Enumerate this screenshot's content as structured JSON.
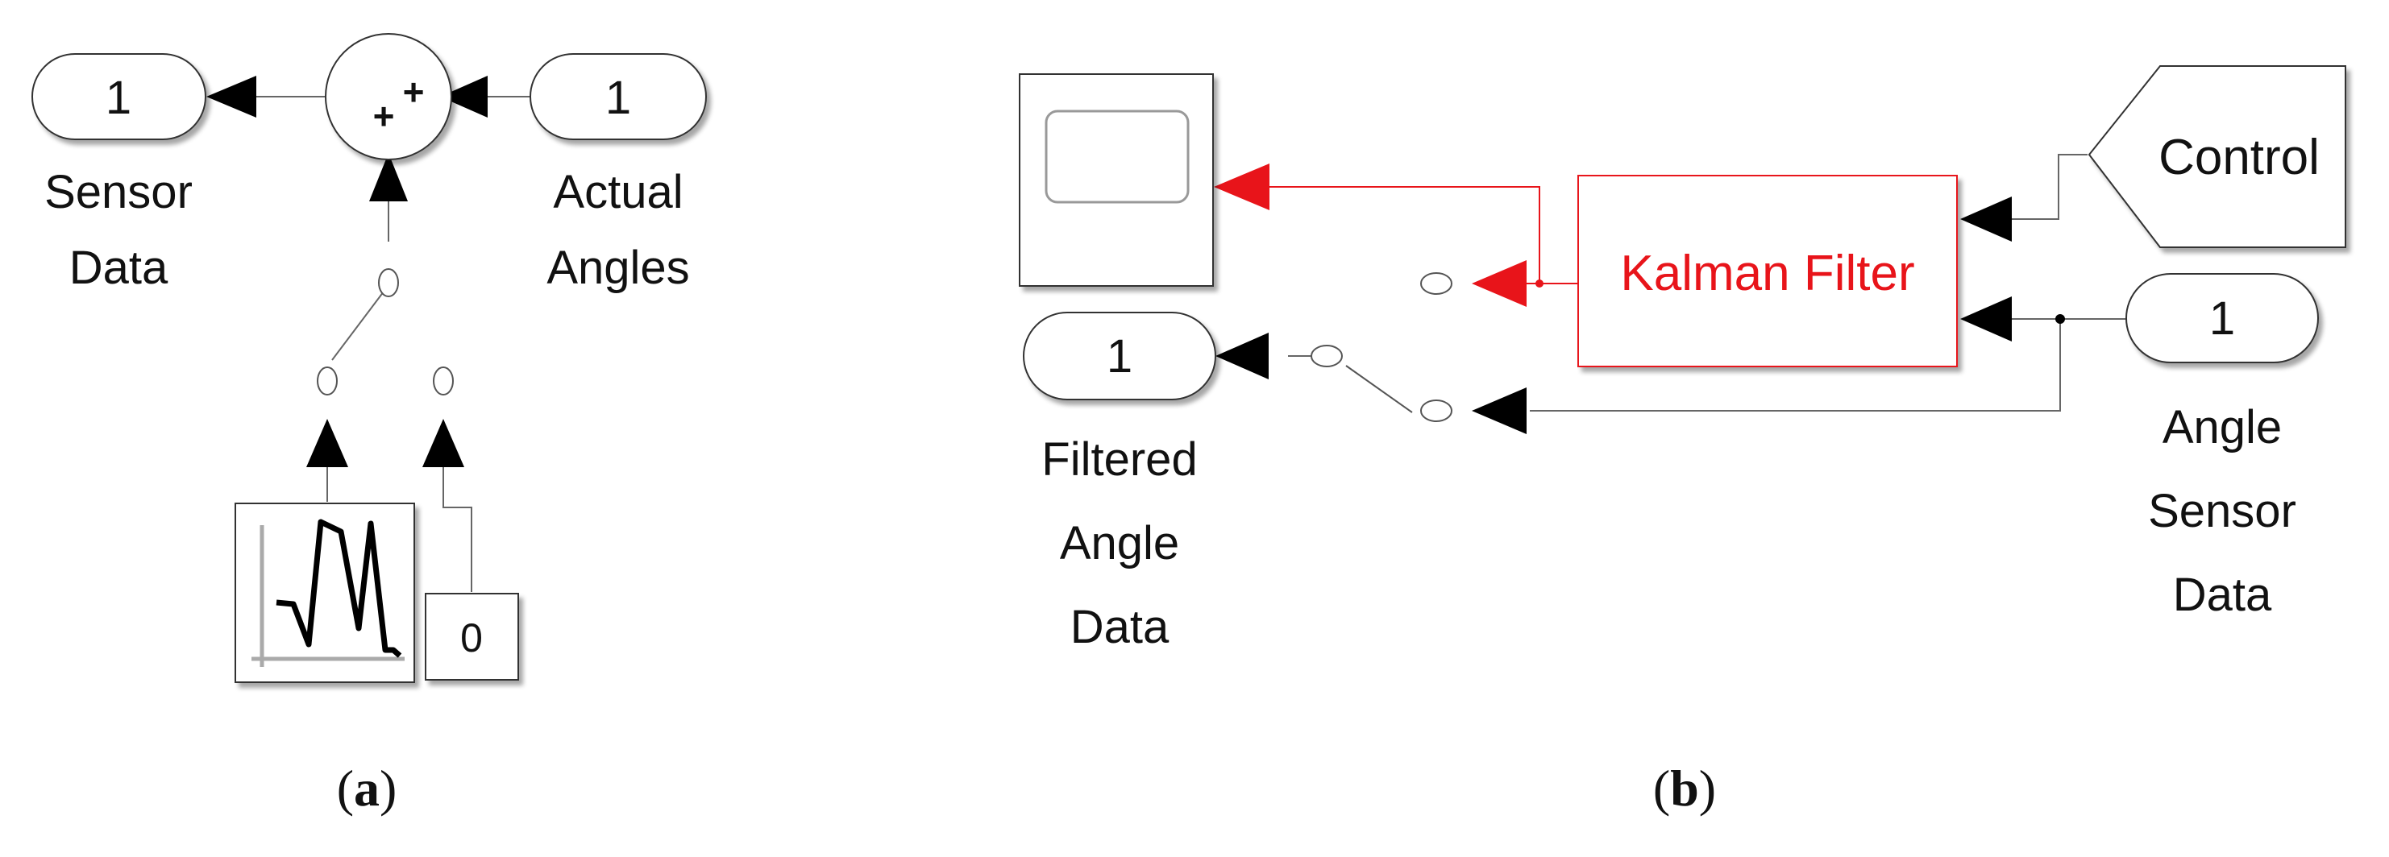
{
  "panel_a": {
    "outport": {
      "value": "1",
      "label_line1": "Sensor",
      "label_line2": "Data"
    },
    "inport": {
      "value": "1",
      "label_line1": "Actual",
      "label_line2": "Angles"
    },
    "sum": {
      "signs_top": "+",
      "signs_left": "+"
    },
    "constant": {
      "value": "0"
    },
    "caption": "(a)"
  },
  "panel_b": {
    "control_tag": {
      "label": "Control"
    },
    "kalman": {
      "label": "Kalman Filter"
    },
    "outport": {
      "value": "1",
      "label_line1": "Filtered",
      "label_line2": "Angle",
      "label_line3": "Data"
    },
    "inport": {
      "value": "1",
      "label_line1": "Angle",
      "label_line2": "Sensor",
      "label_line3": "Data"
    },
    "caption": "(b)",
    "highlight_color": "#e8141a"
  }
}
